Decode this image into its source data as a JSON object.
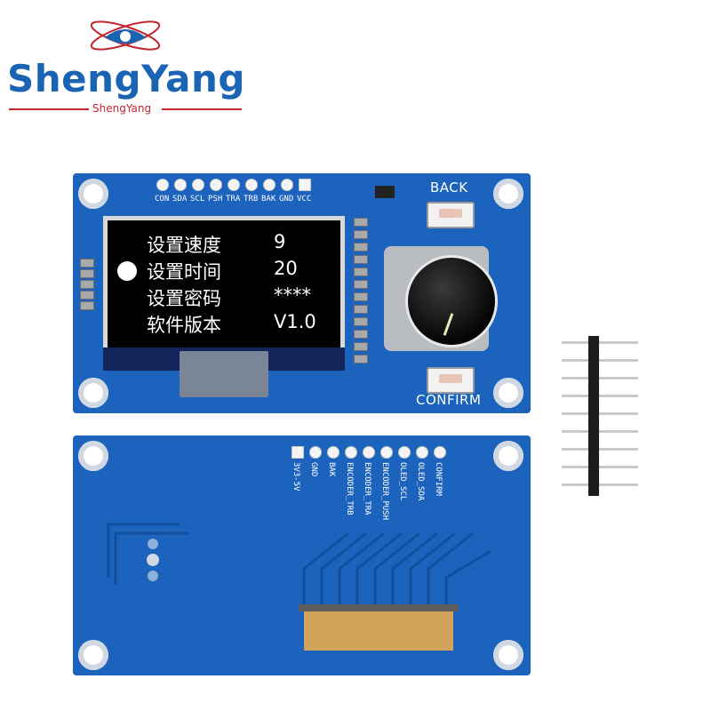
{
  "brand": {
    "name": "ShengYang",
    "subname": "ShengYang",
    "color_primary": "#1b64b4",
    "color_accent": "#c2262e",
    "logo": "eye-orbit-logo"
  },
  "front_board": {
    "pin_labels": [
      "CON",
      "SDA",
      "SCL",
      "PSH",
      "TRA",
      "TRB",
      "BAK",
      "GND",
      "VCC"
    ],
    "back_button_label": "BACK",
    "confirm_button_label": "CONFIRM",
    "pcb_color": "#1c63bd",
    "screen": {
      "rows": [
        {
          "label": "设置速度",
          "value": "9",
          "selected": false
        },
        {
          "label": "设置时间",
          "value": "20",
          "selected": true
        },
        {
          "label": "设置密码",
          "value": "****",
          "selected": false
        },
        {
          "label": "软件版本",
          "value": "V1.0",
          "selected": false
        }
      ]
    }
  },
  "back_board": {
    "pin_labels": [
      "3V3-5V",
      "GND",
      "BAK",
      "ENCODER_TRB",
      "ENCODER_TRA",
      "ENCODER_PUSH",
      "OLED_SCL",
      "OLED_SDA",
      "CONFIRM"
    ]
  },
  "pin_header": {
    "pin_count": 9
  }
}
